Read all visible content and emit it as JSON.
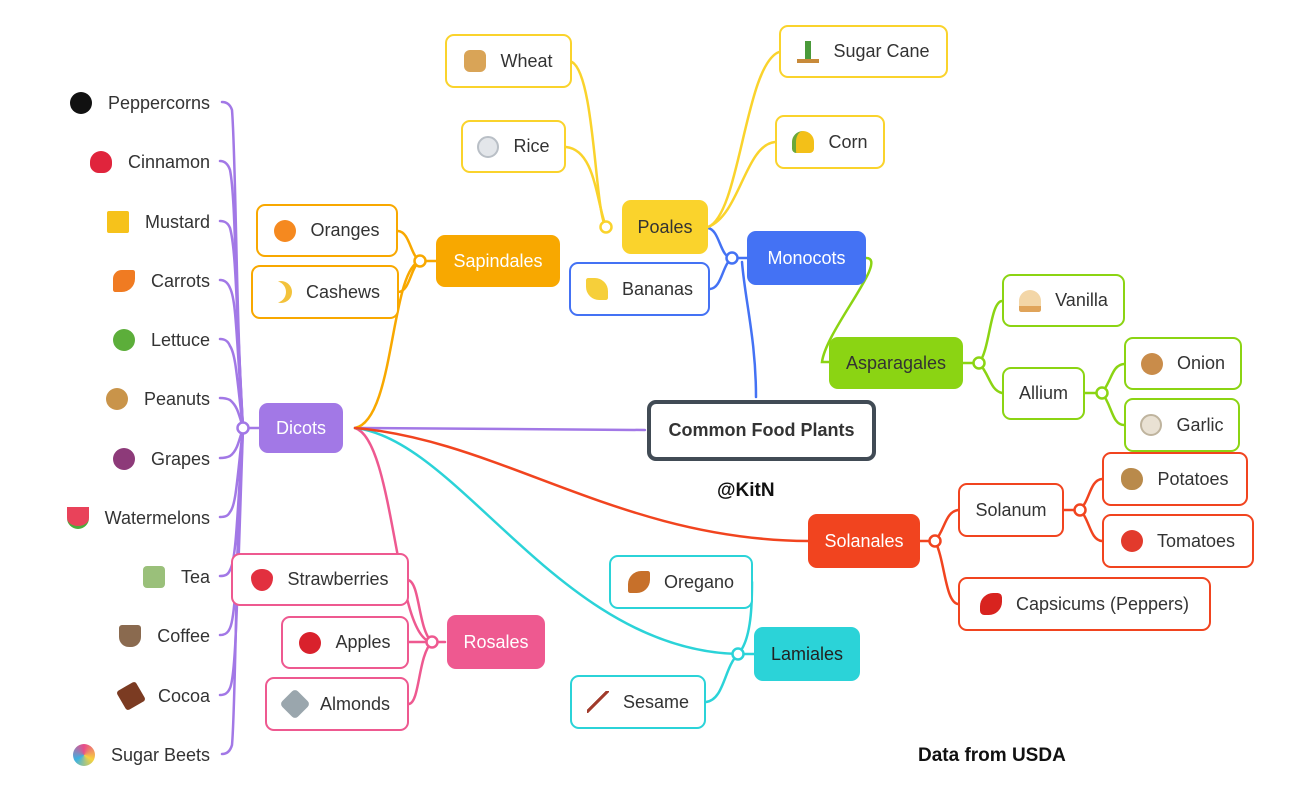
{
  "root": "Common Food Plants",
  "credit": "@KitN",
  "source": "Data from USDA",
  "colors": {
    "dicots": "#a278e6",
    "sapindales": "#f8a800",
    "rosales": "#ee5990",
    "lamiales": "#2bd3d8",
    "solanales": "#f1441f",
    "monocots": "#4472f4",
    "poales": "#fad32c",
    "asparagales": "#8bd413",
    "root_border": "#414b55"
  },
  "branches": {
    "dicots": "Dicots",
    "sapindales": "Sapindales",
    "rosales": "Rosales",
    "lamiales": "Lamiales",
    "solanales": "Solanales",
    "monocots": "Monocots",
    "poales": "Poales",
    "asparagales": "Asparagales",
    "solanum": "Solanum",
    "allium": "Allium"
  },
  "dicots_leaves": [
    {
      "label": "Peppercorns",
      "icon": "black-circle-icon"
    },
    {
      "label": "Cinnamon",
      "icon": "heart-icon"
    },
    {
      "label": "Mustard",
      "icon": "mustard-square-icon"
    },
    {
      "label": "Carrots",
      "icon": "carrot-icon"
    },
    {
      "label": "Lettuce",
      "icon": "salad-icon"
    },
    {
      "label": "Peanuts",
      "icon": "peanut-icon"
    },
    {
      "label": "Grapes",
      "icon": "grapes-icon"
    },
    {
      "label": "Watermelons",
      "icon": "watermelon-icon"
    },
    {
      "label": "Tea",
      "icon": "tea-icon"
    },
    {
      "label": "Coffee",
      "icon": "coffee-icon"
    },
    {
      "label": "Cocoa",
      "icon": "chocolate-icon"
    },
    {
      "label": "Sugar Beets",
      "icon": "lollipop-icon"
    }
  ],
  "sapindales_leaves": [
    {
      "label": "Oranges",
      "icon": "orange-icon"
    },
    {
      "label": "Cashews",
      "icon": "crescent-icon"
    }
  ],
  "rosales_leaves": [
    {
      "label": "Strawberries",
      "icon": "strawberry-icon"
    },
    {
      "label": "Apples",
      "icon": "apple-icon"
    },
    {
      "label": "Almonds",
      "icon": "nut-and-bolt-icon"
    }
  ],
  "lamiales_leaves": [
    {
      "label": "Oregano",
      "icon": "leaves-icon"
    },
    {
      "label": "Sesame",
      "icon": "chopsticks-icon"
    }
  ],
  "solanales_leaves": [
    {
      "label": "Potatoes",
      "icon": "potato-icon"
    },
    {
      "label": "Tomatoes",
      "icon": "tomato-icon"
    },
    {
      "label": "Capsicums (Peppers)",
      "icon": "hot-pepper-icon"
    }
  ],
  "monocots_leaves": [
    {
      "label": "Bananas",
      "icon": "banana-icon"
    }
  ],
  "poales_leaves": [
    {
      "label": "Wheat",
      "icon": "bread-icon"
    },
    {
      "label": "Rice",
      "icon": "rice-icon"
    },
    {
      "label": "Sugar Cane",
      "icon": "plant-icon"
    },
    {
      "label": "Corn",
      "icon": "corn-icon"
    }
  ],
  "asparagales_leaves": [
    {
      "label": "Vanilla",
      "icon": "cupcake-icon"
    },
    {
      "label": "Onion",
      "icon": "onion-icon"
    },
    {
      "label": "Garlic",
      "icon": "garlic-icon"
    }
  ]
}
